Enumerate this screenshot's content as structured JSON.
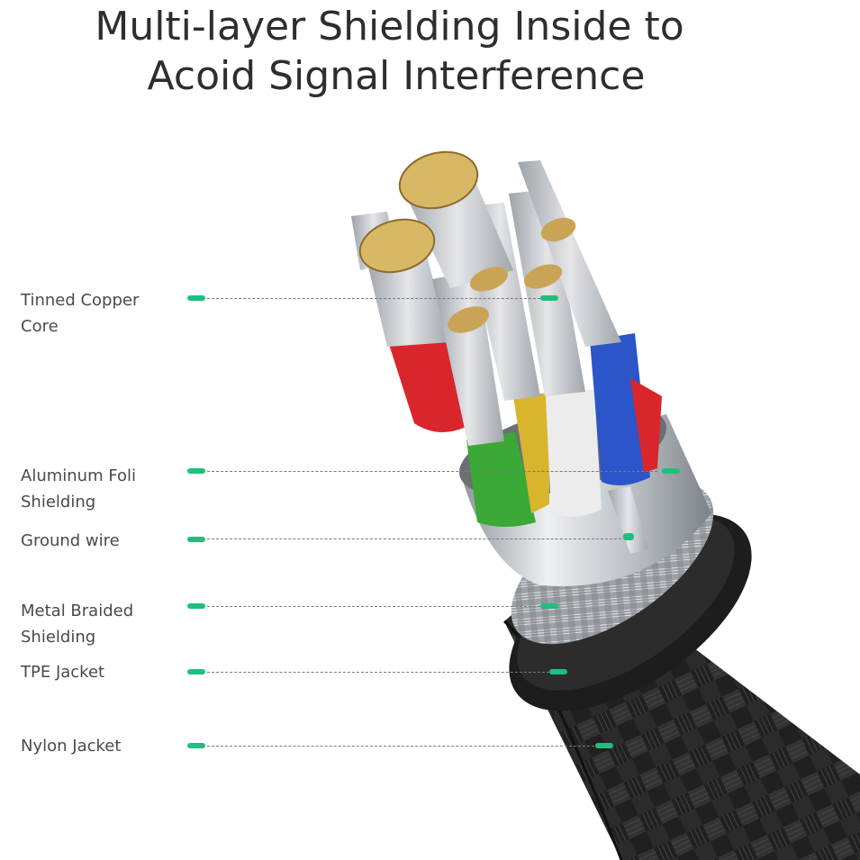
{
  "title": {
    "line1": "Multi-layer Shielding Inside to",
    "line2": "Acoid Signal Interference"
  },
  "accent_color": "#1fbf7d",
  "layers": [
    {
      "id": "tinned-copper-core",
      "line1": "Tinned Copper",
      "line2": "Core"
    },
    {
      "id": "aluminum-foil-shielding",
      "line1": "Aluminum Foli",
      "line2": "Shielding"
    },
    {
      "id": "ground-wire",
      "line1": "Ground wire",
      "line2": ""
    },
    {
      "id": "metal-braided-shielding",
      "line1": "Metal Braided",
      "line2": "Shielding"
    },
    {
      "id": "tpe-jacket",
      "line1": "TPE Jacket",
      "line2": ""
    },
    {
      "id": "nylon-jacket",
      "line1": "Nylon Jacket",
      "line2": ""
    }
  ],
  "wire_colors": {
    "red": "#d8262c",
    "green": "#3aa936",
    "yellow": "#d8b52c",
    "white": "#e9e9e9",
    "blue": "#2b55c8",
    "copper": "#d9b865",
    "silver": "#b8bcc2"
  }
}
